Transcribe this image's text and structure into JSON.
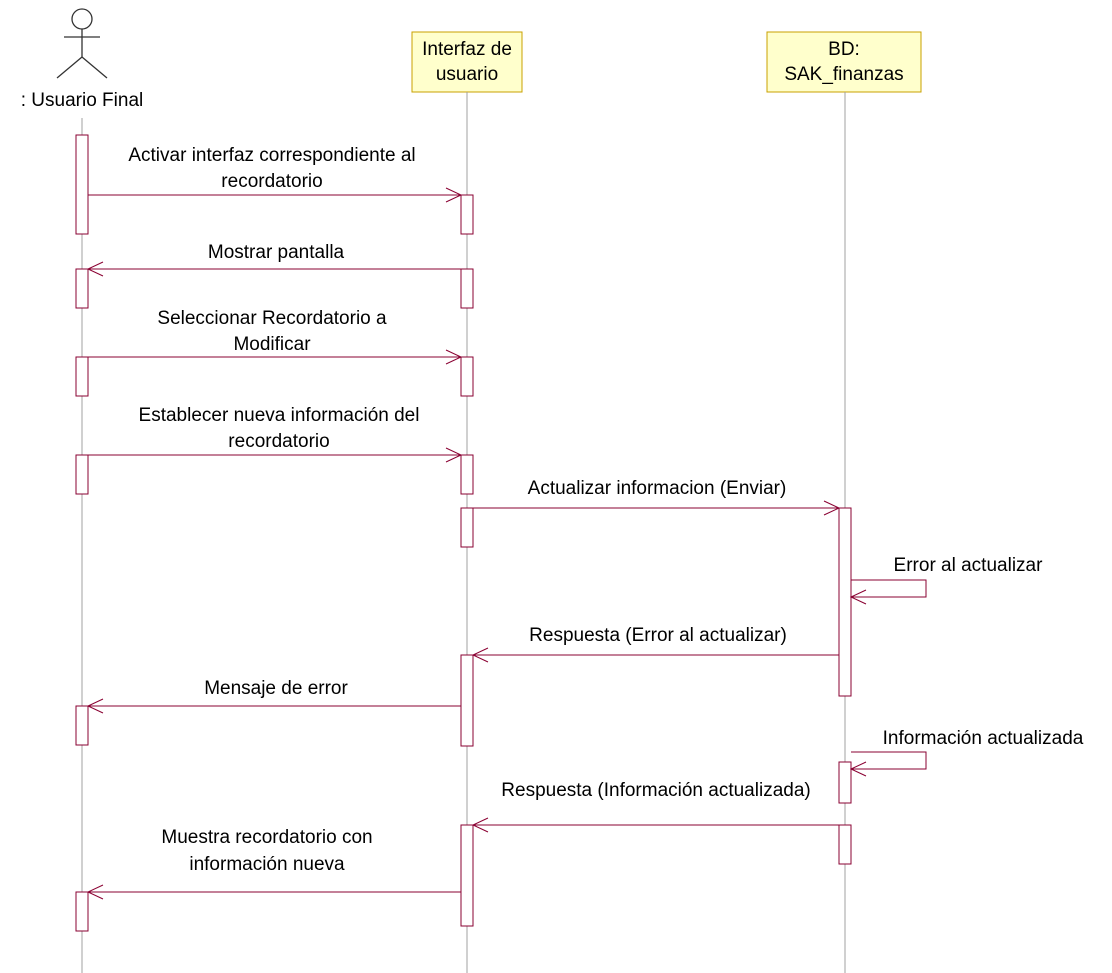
{
  "colors": {
    "line": "#8a0032",
    "lifeline": "#a0a0a0",
    "header_fill": "#ffffcc",
    "header_border": "#c8a000",
    "actor": "#333333"
  },
  "participants": {
    "actor": {
      "name": ": Usuario Final",
      "icon": "stick-figure-icon"
    },
    "ui": {
      "line1": "Interfaz de",
      "line2": "usuario"
    },
    "db": {
      "line1": "BD:",
      "line2": "SAK_finanzas"
    }
  },
  "messages": [
    {
      "from": "actor",
      "to": "ui",
      "lines": [
        "Activar interfaz correspondiente al",
        "recordatorio"
      ]
    },
    {
      "from": "ui",
      "to": "actor",
      "lines": [
        "Mostrar pantalla"
      ]
    },
    {
      "from": "actor",
      "to": "ui",
      "lines": [
        "Seleccionar Recordatorio a",
        "Modificar"
      ]
    },
    {
      "from": "actor",
      "to": "ui",
      "lines": [
        "Establecer nueva información del",
        "recordatorio"
      ]
    },
    {
      "from": "ui",
      "to": "db",
      "lines": [
        "Actualizar informacion (Enviar)"
      ]
    },
    {
      "from": "db",
      "to": "db",
      "lines": [
        "Error al actualizar"
      ]
    },
    {
      "from": "db",
      "to": "ui",
      "lines": [
        "Respuesta (Error al actualizar)"
      ]
    },
    {
      "from": "ui",
      "to": "actor",
      "lines": [
        "Mensaje de error"
      ]
    },
    {
      "from": "db",
      "to": "db",
      "lines": [
        "Información actualizada"
      ]
    },
    {
      "from": "db",
      "to": "ui",
      "lines": [
        "Respuesta (Información actualizada)"
      ]
    },
    {
      "from": "ui",
      "to": "actor",
      "lines": [
        "Muestra recordatorio con",
        "información nueva"
      ]
    }
  ]
}
